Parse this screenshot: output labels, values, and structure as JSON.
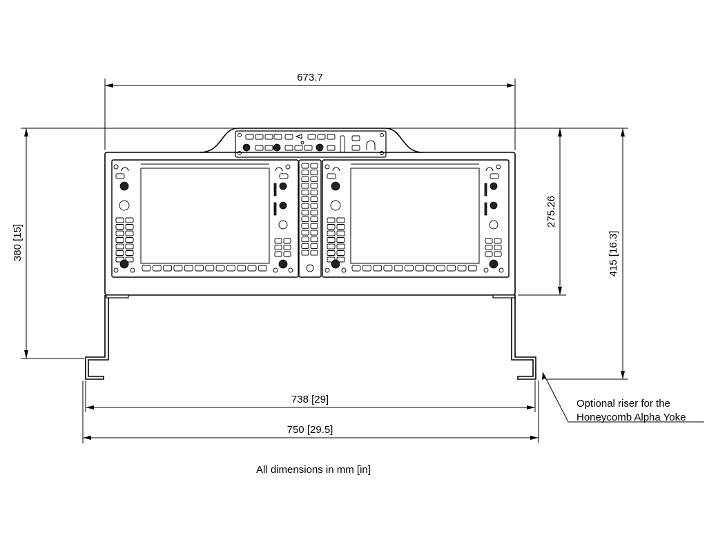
{
  "dimensions": {
    "top_width": "673.7",
    "left_height": "380 [15]",
    "right_inner_height": "275.26",
    "right_outer_height": "415 [16.3]",
    "inner_width": "738 [29]",
    "outer_width": "750 [29.5]"
  },
  "notes": {
    "riser_line1": "Optional riser for the",
    "riser_line2": "Honeycomb Alpha Yoke",
    "units": "All dimensions in mm [in]"
  }
}
